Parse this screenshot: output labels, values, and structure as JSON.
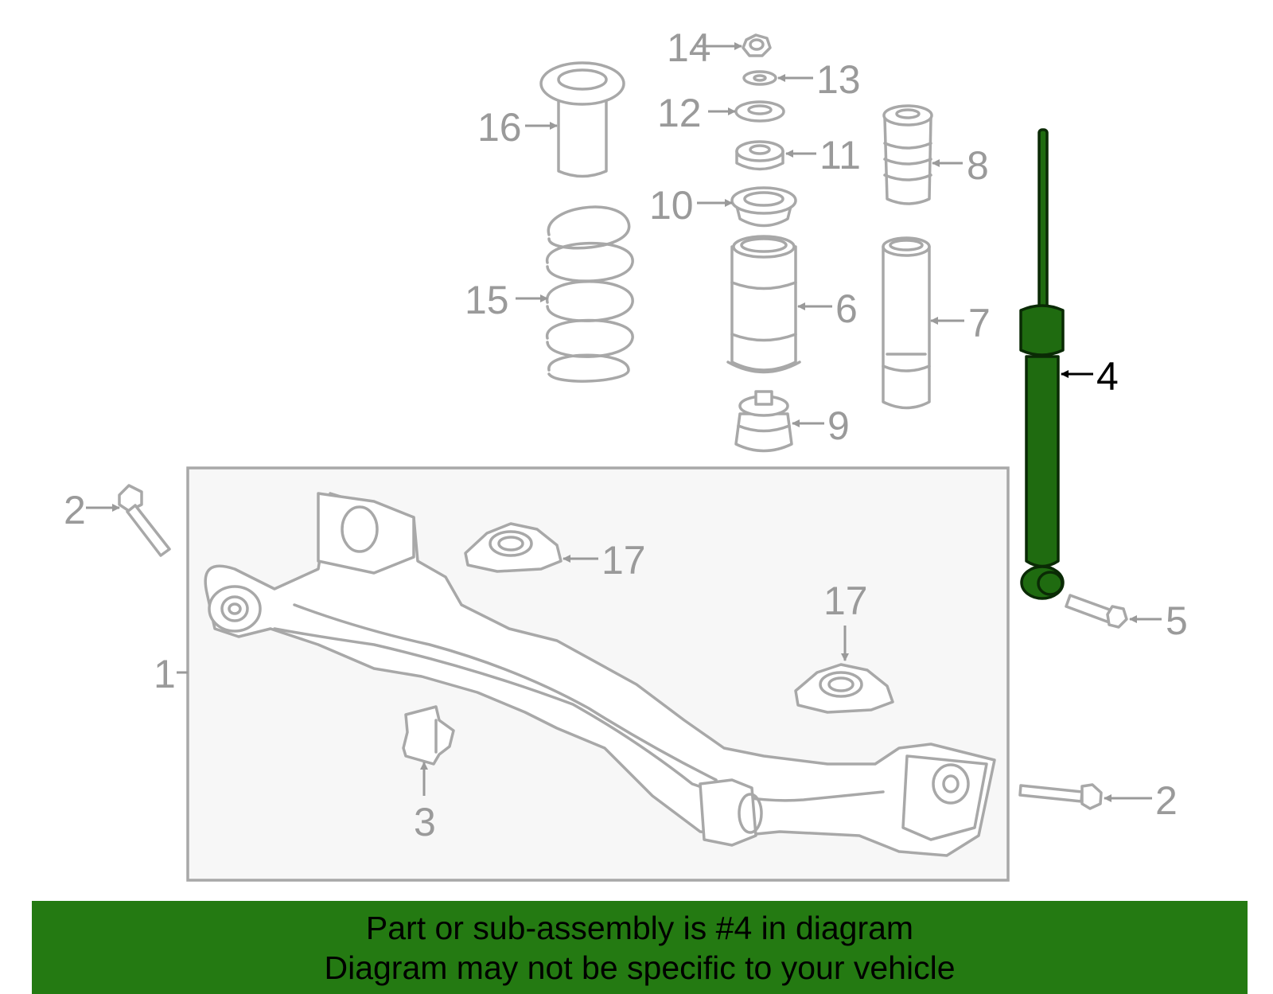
{
  "highlight_color": "#247a12",
  "highlighted_part": "4",
  "callouts": {
    "c1": "1",
    "c2a": "2",
    "c2b": "2",
    "c3": "3",
    "c4": "4",
    "c5": "5",
    "c6": "6",
    "c7": "7",
    "c8": "8",
    "c9": "9",
    "c10": "10",
    "c11": "11",
    "c12": "12",
    "c13": "13",
    "c14": "14",
    "c15": "15",
    "c16": "16",
    "c17a": "17",
    "c17b": "17"
  },
  "banner": {
    "line1": "Part or sub-assembly is #4 in diagram",
    "line2": "Diagram may not be specific to your vehicle"
  }
}
